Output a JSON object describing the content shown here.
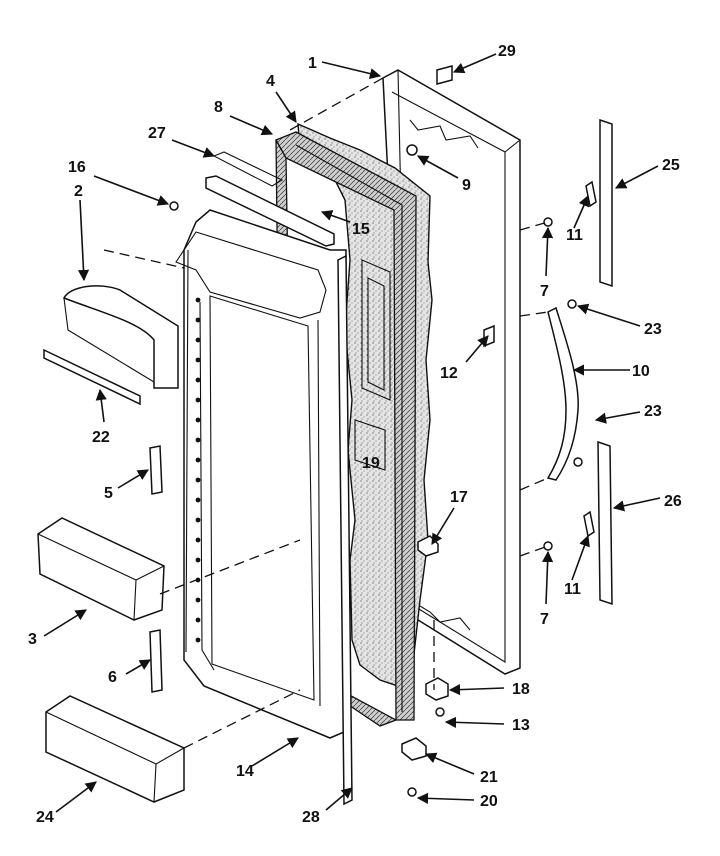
{
  "callouts": [
    {
      "id": "lbl-1",
      "text": "1"
    },
    {
      "id": "lbl-29",
      "text": "29"
    },
    {
      "id": "lbl-4",
      "text": "4"
    },
    {
      "id": "lbl-8",
      "text": "8"
    },
    {
      "id": "lbl-27",
      "text": "27"
    },
    {
      "id": "lbl-16",
      "text": "16"
    },
    {
      "id": "lbl-2",
      "text": "2"
    },
    {
      "id": "lbl-9",
      "text": "9"
    },
    {
      "id": "lbl-15",
      "text": "15"
    },
    {
      "id": "lbl-25",
      "text": "25"
    },
    {
      "id": "lbl-11a",
      "text": "11"
    },
    {
      "id": "lbl-7a",
      "text": "7"
    },
    {
      "id": "lbl-23a",
      "text": "23"
    },
    {
      "id": "lbl-12",
      "text": "12"
    },
    {
      "id": "lbl-10",
      "text": "10"
    },
    {
      "id": "lbl-23b",
      "text": "23"
    },
    {
      "id": "lbl-22",
      "text": "22"
    },
    {
      "id": "lbl-19",
      "text": "19"
    },
    {
      "id": "lbl-5",
      "text": "5"
    },
    {
      "id": "lbl-17",
      "text": "17"
    },
    {
      "id": "lbl-26",
      "text": "26"
    },
    {
      "id": "lbl-11b",
      "text": "11"
    },
    {
      "id": "lbl-7b",
      "text": "7"
    },
    {
      "id": "lbl-3",
      "text": "3"
    },
    {
      "id": "lbl-6",
      "text": "6"
    },
    {
      "id": "lbl-18",
      "text": "18"
    },
    {
      "id": "lbl-13",
      "text": "13"
    },
    {
      "id": "lbl-14",
      "text": "14"
    },
    {
      "id": "lbl-21",
      "text": "21"
    },
    {
      "id": "lbl-24",
      "text": "24"
    },
    {
      "id": "lbl-20",
      "text": "20"
    },
    {
      "id": "lbl-28",
      "text": "28"
    }
  ]
}
